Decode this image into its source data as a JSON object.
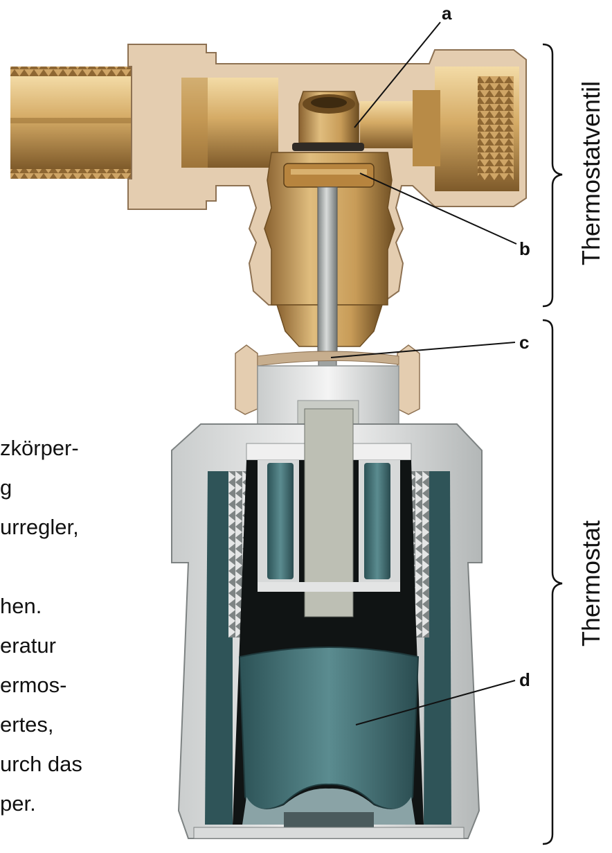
{
  "text_lines": [
    "zkörper-",
    "g",
    "urregler,",
    "",
    "hen.",
    "eratur",
    "ermos-",
    "ertes,",
    "urch das",
    "per."
  ],
  "callouts": {
    "a": "a",
    "b": "b",
    "c": "c",
    "d": "d"
  },
  "brackets": {
    "top": "Thermostatventil",
    "bottom": "Thermostat"
  },
  "colors": {
    "brass_light": "#e6c48a",
    "brass_mid": "#c49a58",
    "brass_dark": "#7d5a2c",
    "cut_face": "#e3cfb5",
    "steel": "#b9bcbc",
    "plastic_white": "#ececec",
    "plastic_shadow": "#b9bdbd",
    "teal": "#3f6e74",
    "teal_dark": "#244448"
  }
}
